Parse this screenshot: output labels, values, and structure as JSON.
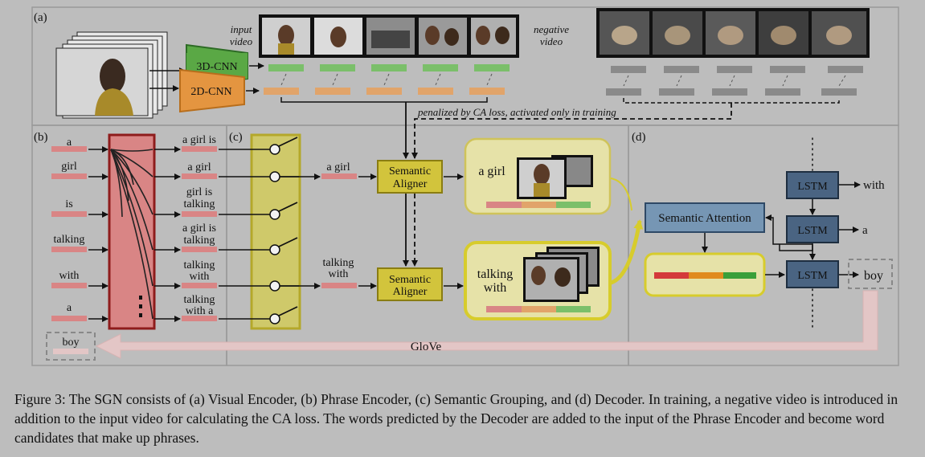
{
  "panels": {
    "a": "(a)",
    "b": "(b)",
    "c": "(c)",
    "d": "(d)"
  },
  "visual_encoder": {
    "cnn3d": "3D-CNN",
    "cnn2d": "2D-CNN",
    "input_video_line1": "input",
    "input_video_line2": "video",
    "negative_video_line1": "negative",
    "negative_video_line2": "video",
    "ca_loss_note": "penalized by CA loss, activated only in training"
  },
  "phrase_encoder": {
    "words": [
      "a",
      "girl",
      "is",
      "talking",
      "with",
      "a"
    ],
    "phrases": [
      [
        "a girl is"
      ],
      [
        "a girl"
      ],
      [
        "girl is",
        "talking"
      ],
      [
        "a girl is",
        "talking"
      ],
      [
        "talking",
        "with"
      ],
      [
        "talking",
        "with a"
      ]
    ],
    "fed_back_word": "boy"
  },
  "semantic_grouping": {
    "phrase1": "a girl",
    "phrase2_line1": "talking",
    "phrase2_line2": "with",
    "aligner_line1": "Semantic",
    "aligner_line2": "Aligner",
    "group1_label": "a girl",
    "group2_line1": "talking",
    "group2_line2": "with"
  },
  "decoder": {
    "attention": "Semantic Attention",
    "lstm": "LSTM",
    "outputs": [
      "with",
      "a",
      "boy"
    ],
    "dots": "⋮"
  },
  "glove": "GloVe",
  "caption": "Figure 3: The SGN consists of (a) Visual Encoder, (b) Phrase Encoder, (c) Semantic Grouping, and (d) Decoder. In training, a negative video is introduced in addition to the input video for calculating the CA loss. The words predicted by the Decoder are added to the input of the Phrase Encoder and become word candidates that make up phrases.",
  "colors": {
    "background": "#bdbdbd",
    "green": "#7bbf6a",
    "orange": "#e1a46a",
    "pink": "#d98585",
    "yellow": "#c9be3c",
    "blue": "#7696b4",
    "gray": "#8a8a8a"
  }
}
